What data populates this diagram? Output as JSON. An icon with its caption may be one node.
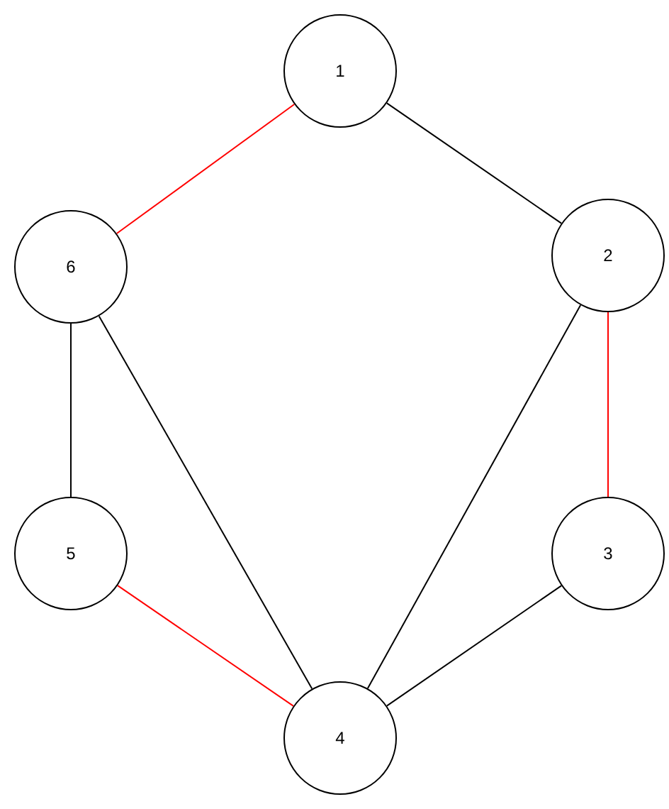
{
  "diagram": {
    "nodes": [
      {
        "text": [
          "1"
        ]
      },
      {
        "text": [
          "2"
        ]
      },
      {
        "text": [
          "3"
        ]
      },
      {
        "text": [
          "4"
        ]
      },
      {
        "text": [
          "5"
        ]
      },
      {
        "text": [
          "6"
        ]
      }
    ],
    "edges": [
      {
        "from": 0,
        "to": 1,
        "arrow": "none"
      },
      {
        "from": 0,
        "to": 5,
        "arrow": "none",
        "color": "#ff0000"
      },
      {
        "from": 5,
        "to": 4,
        "arrow": "none"
      },
      {
        "from": 5,
        "to": 3,
        "arrow": "none"
      },
      {
        "from": 1,
        "to": 3,
        "arrow": "none"
      },
      {
        "from": 1,
        "to": 2,
        "arrow": "none",
        "color": "#ff0000"
      },
      {
        "from": 2,
        "to": 3,
        "arrow": "none"
      },
      {
        "from": 4,
        "to": 3,
        "arrow": "none",
        "color": "#ff0000"
      }
    ]
  }
}
